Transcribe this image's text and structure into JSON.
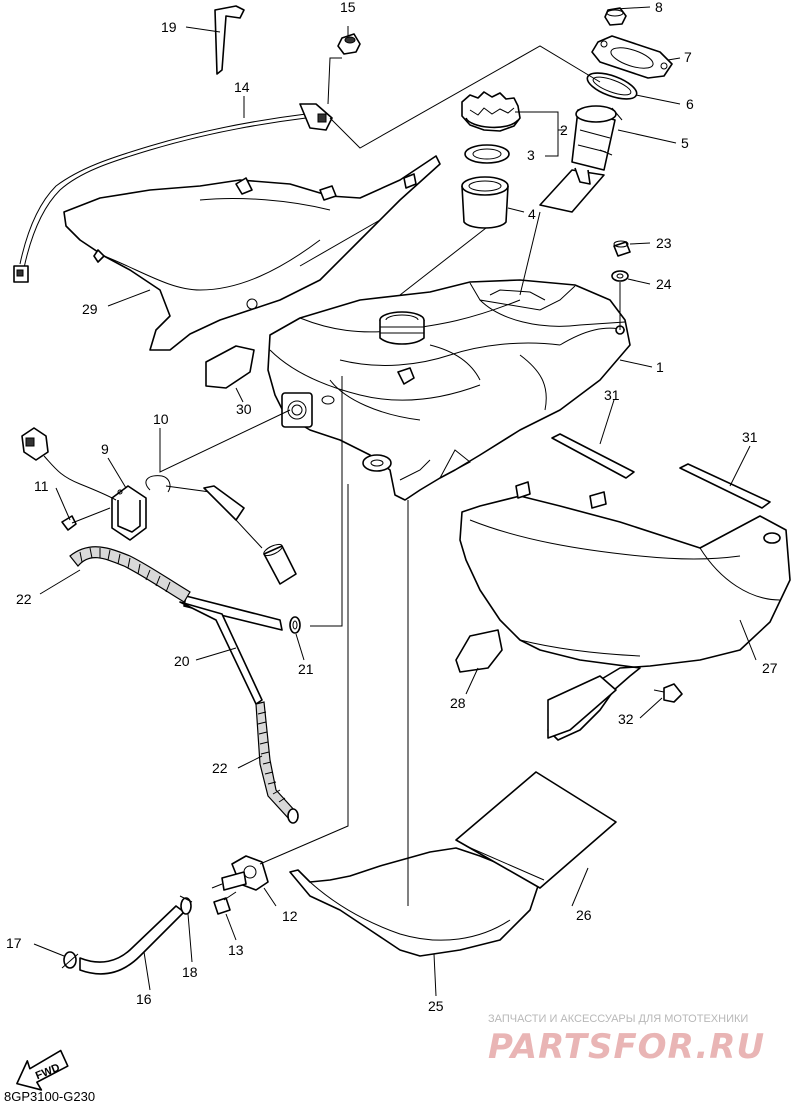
{
  "diagram_code": "8GP3100-G230",
  "fwd_label": "FWD",
  "watermark": {
    "subtitle": "ЗАПЧАСТИ И АКСЕССУАРЫ ДЛЯ МОТОТЕХНИКИ",
    "brand": "PARTSFOR.RU"
  },
  "callouts": [
    {
      "id": "c1",
      "text": "1"
    },
    {
      "id": "c2",
      "text": "2"
    },
    {
      "id": "c3",
      "text": "3"
    },
    {
      "id": "c4",
      "text": "4"
    },
    {
      "id": "c5",
      "text": "5"
    },
    {
      "id": "c6",
      "text": "6"
    },
    {
      "id": "c7",
      "text": "7"
    },
    {
      "id": "c8",
      "text": "8"
    },
    {
      "id": "c9",
      "text": "9"
    },
    {
      "id": "c10",
      "text": "10"
    },
    {
      "id": "c11",
      "text": "11"
    },
    {
      "id": "c12",
      "text": "12"
    },
    {
      "id": "c13",
      "text": "13"
    },
    {
      "id": "c14",
      "text": "14"
    },
    {
      "id": "c15",
      "text": "15"
    },
    {
      "id": "c16",
      "text": "16"
    },
    {
      "id": "c17",
      "text": "17"
    },
    {
      "id": "c18",
      "text": "18"
    },
    {
      "id": "c19",
      "text": "19"
    },
    {
      "id": "c20",
      "text": "20"
    },
    {
      "id": "c21",
      "text": "21"
    },
    {
      "id": "c22a",
      "text": "22"
    },
    {
      "id": "c22b",
      "text": "22"
    },
    {
      "id": "c23",
      "text": "23"
    },
    {
      "id": "c24",
      "text": "24"
    },
    {
      "id": "c25",
      "text": "25"
    },
    {
      "id": "c26",
      "text": "26"
    },
    {
      "id": "c27",
      "text": "27"
    },
    {
      "id": "c28",
      "text": "28"
    },
    {
      "id": "c29",
      "text": "29"
    },
    {
      "id": "c30",
      "text": "30"
    },
    {
      "id": "c31a",
      "text": "31"
    },
    {
      "id": "c31b",
      "text": "31"
    },
    {
      "id": "c32",
      "text": "32"
    }
  ]
}
